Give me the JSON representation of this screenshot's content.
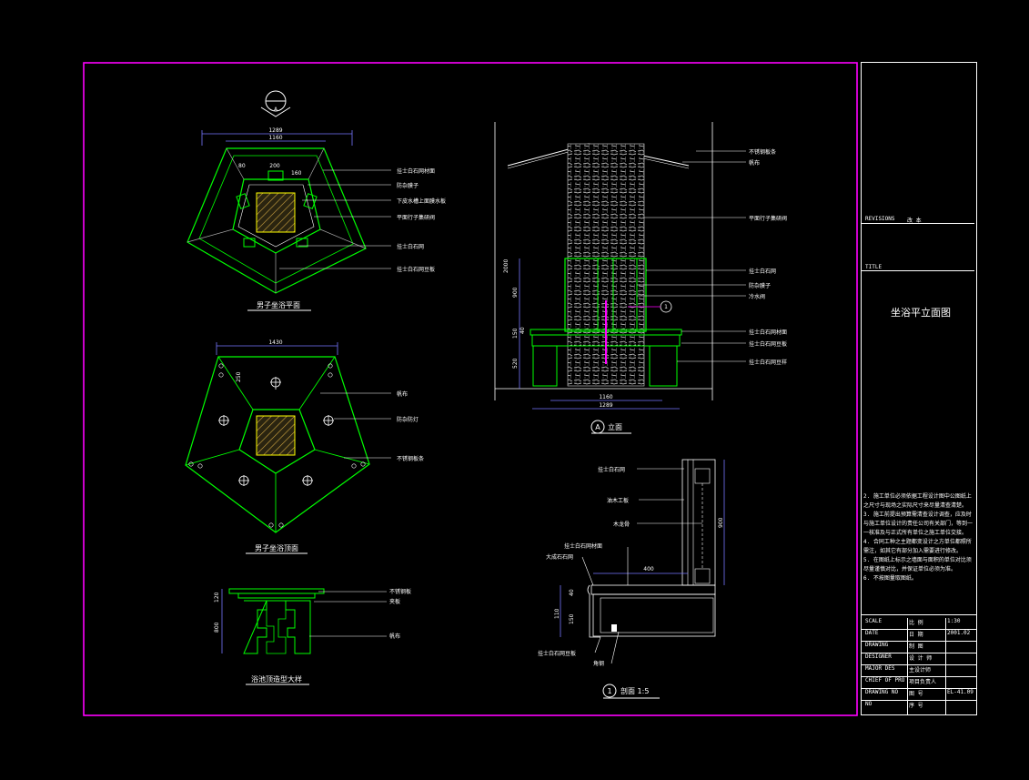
{
  "colors": {
    "frame": "#ff00ff",
    "lines": "#00ff00",
    "dim": "#7777ff",
    "text": "#ffffff",
    "accent": "#ff00ff",
    "hatch": "#c8a040"
  },
  "plan_top": {
    "symbol": "A",
    "dim_outer": "1289",
    "dim_inner": "1160",
    "dim_small": "200",
    "dim_side": "80",
    "dim_mid": "160",
    "labels": [
      "挂士白石网材面",
      "防杂膜子",
      "下皮水槽上面膜水板",
      "平面行子集研阀",
      "挂士白石网",
      "挂士白石网豆板"
    ],
    "caption": "男子坐浴平面"
  },
  "plan_ceiling": {
    "dim_top": "1430",
    "dim_side": "250",
    "labels": [
      "帆布",
      "防杂防灯",
      "不锈钢板条"
    ],
    "caption": "男子坐浴顶面"
  },
  "detail": {
    "dim_a": "120",
    "dim_b": "800",
    "labels": [
      "不锈钢板",
      "夹板",
      "帆布"
    ],
    "caption": "浴池顶造型大样"
  },
  "elevation": {
    "labels": [
      "不锈钢板条",
      "帆布",
      "平面行子集研阀",
      "挂士白石网",
      "防杂膜子",
      "冷水阀",
      "挂士白石网材面",
      "挂士白石网豆板",
      "挂士白石网豆样"
    ],
    "dims_vertical": [
      "2000",
      "900",
      "150",
      "40",
      "520"
    ],
    "dims_bottom": [
      "1160",
      "1289"
    ],
    "marker": "1",
    "caption_symbol": "A",
    "caption": "立面"
  },
  "section": {
    "labels": [
      "挂士白石网",
      "油木工板",
      "木龙骨",
      "挂士白石网材面",
      "大成石石网",
      "挂士白石网豆板",
      "角钢"
    ],
    "dims": [
      "900",
      "400",
      "40",
      "110",
      "150"
    ],
    "symbol": "1",
    "caption": "剖面 1:5"
  },
  "title_block": {
    "revisions": "REVISIONS",
    "revisions_cn": "改 本",
    "title": "TITLE",
    "drawing_title": "坐浴平立面图",
    "notes": [
      "2. 施工单位必须依据工程设计图中公图纸上之尺寸与现场之实际尺寸来尽量清查清楚。",
      "3. 施工前提出预算需清查设计调查，应及时与施工单位设计的责任公司有关部门，等到一一核准及与正式所有单位之施工单位交接。",
      "4. 合同工种之主题都变设计之方单位都照所需注，如其它有部分加入需要进行修改。",
      "5. 在图纸上标示之墙面与面积的单位对比须尽量谨慎对比，并保证单位必须为准。",
      "6. 不按图量取图纸。"
    ],
    "rows": [
      {
        "k": "SCALE",
        "m": "比  例",
        "v": "1:30"
      },
      {
        "k": "DATE",
        "m": "日  期",
        "v": "2001.02"
      },
      {
        "k": "DRAWING",
        "m": "制  图",
        "v": ""
      },
      {
        "k": "DESIGNER",
        "m": "设 计 师",
        "v": ""
      },
      {
        "k": "MAJOR DES",
        "m": "主设计师",
        "v": ""
      },
      {
        "k": "CHIEF OF PRO",
        "m": "项目负责人",
        "v": ""
      },
      {
        "k": "DRAWING NO",
        "m": "图  号",
        "v": "EL-41.09"
      },
      {
        "k": "NO",
        "m": "序  号",
        "v": ""
      }
    ]
  }
}
